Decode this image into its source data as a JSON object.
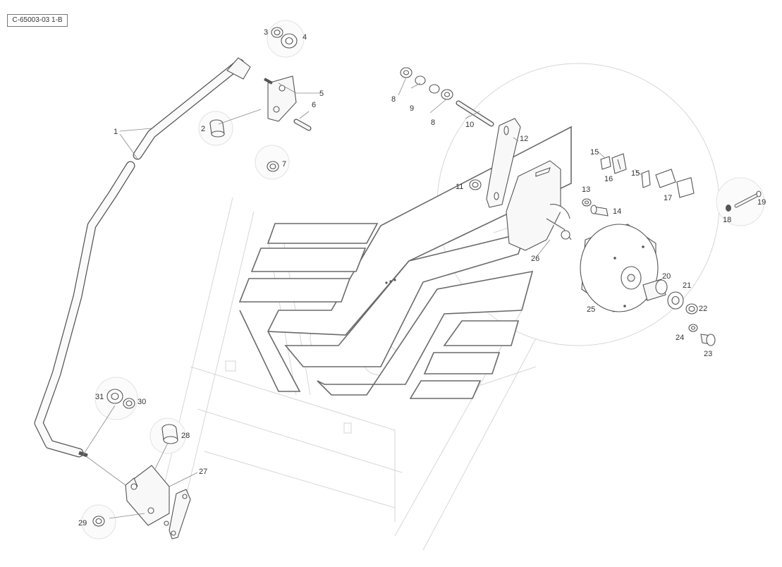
{
  "drawing_ref": "C-65003-03 1-B",
  "callouts": {
    "c1": "1",
    "c2": "2",
    "c3": "3",
    "c4": "4",
    "c5": "5",
    "c6": "6",
    "c7": "7",
    "c8a": "8",
    "c8b": "8",
    "c9": "9",
    "c10": "10",
    "c11": "11",
    "c12": "12",
    "c13": "13",
    "c14": "14",
    "c15a": "15",
    "c15b": "15",
    "c16": "16",
    "c17": "17",
    "c18": "18",
    "c19": "19",
    "c20": "20",
    "c21": "21",
    "c22": "22",
    "c23": "23",
    "c24": "24",
    "c25": "25",
    "c26": "26",
    "c27": "27",
    "c28": "28",
    "c29": "29",
    "c30": "30",
    "c31": "31"
  }
}
